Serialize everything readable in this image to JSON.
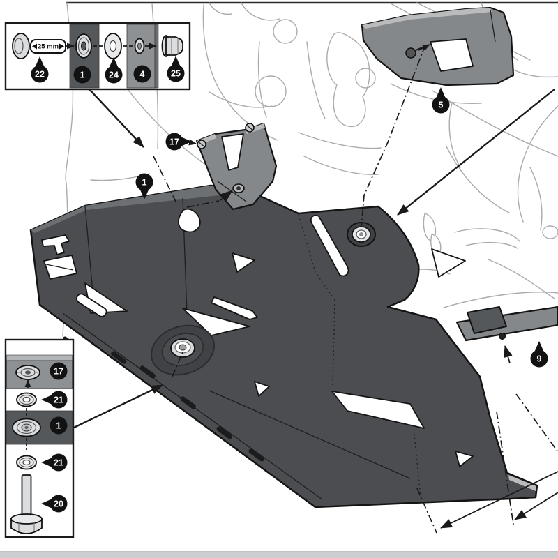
{
  "colors": {
    "plate": "#4b4d50",
    "bracket": "#85888b",
    "badge": "#121212",
    "line_art": "#a9acae",
    "hardware_light": "#dcdddf",
    "band_gray": "#8e9194",
    "band_dark": "#55585b",
    "bottom_strip": "#cbcdcf"
  },
  "labels": {
    "bolt_length": "25 mm"
  },
  "badges": {
    "top22": "22",
    "top1": "1",
    "top24": "24",
    "top4": "4",
    "top25": "25",
    "plate": "1",
    "bracket17": "17",
    "bracket5": "5",
    "side9": "9",
    "box17": "17",
    "box21a": "21",
    "box1": "1",
    "box21b": "21",
    "box20": "20"
  },
  "parts": {
    "22": "button-head-bolt",
    "24": "large-washer",
    "4": "spacer-sleeve",
    "25": "flange-nut",
    "17": "mounting-bracket",
    "21": "washer",
    "1": "engine-guard-plate",
    "20": "hex-bolt",
    "5": "side-bracket",
    "9": "rear-mount"
  }
}
